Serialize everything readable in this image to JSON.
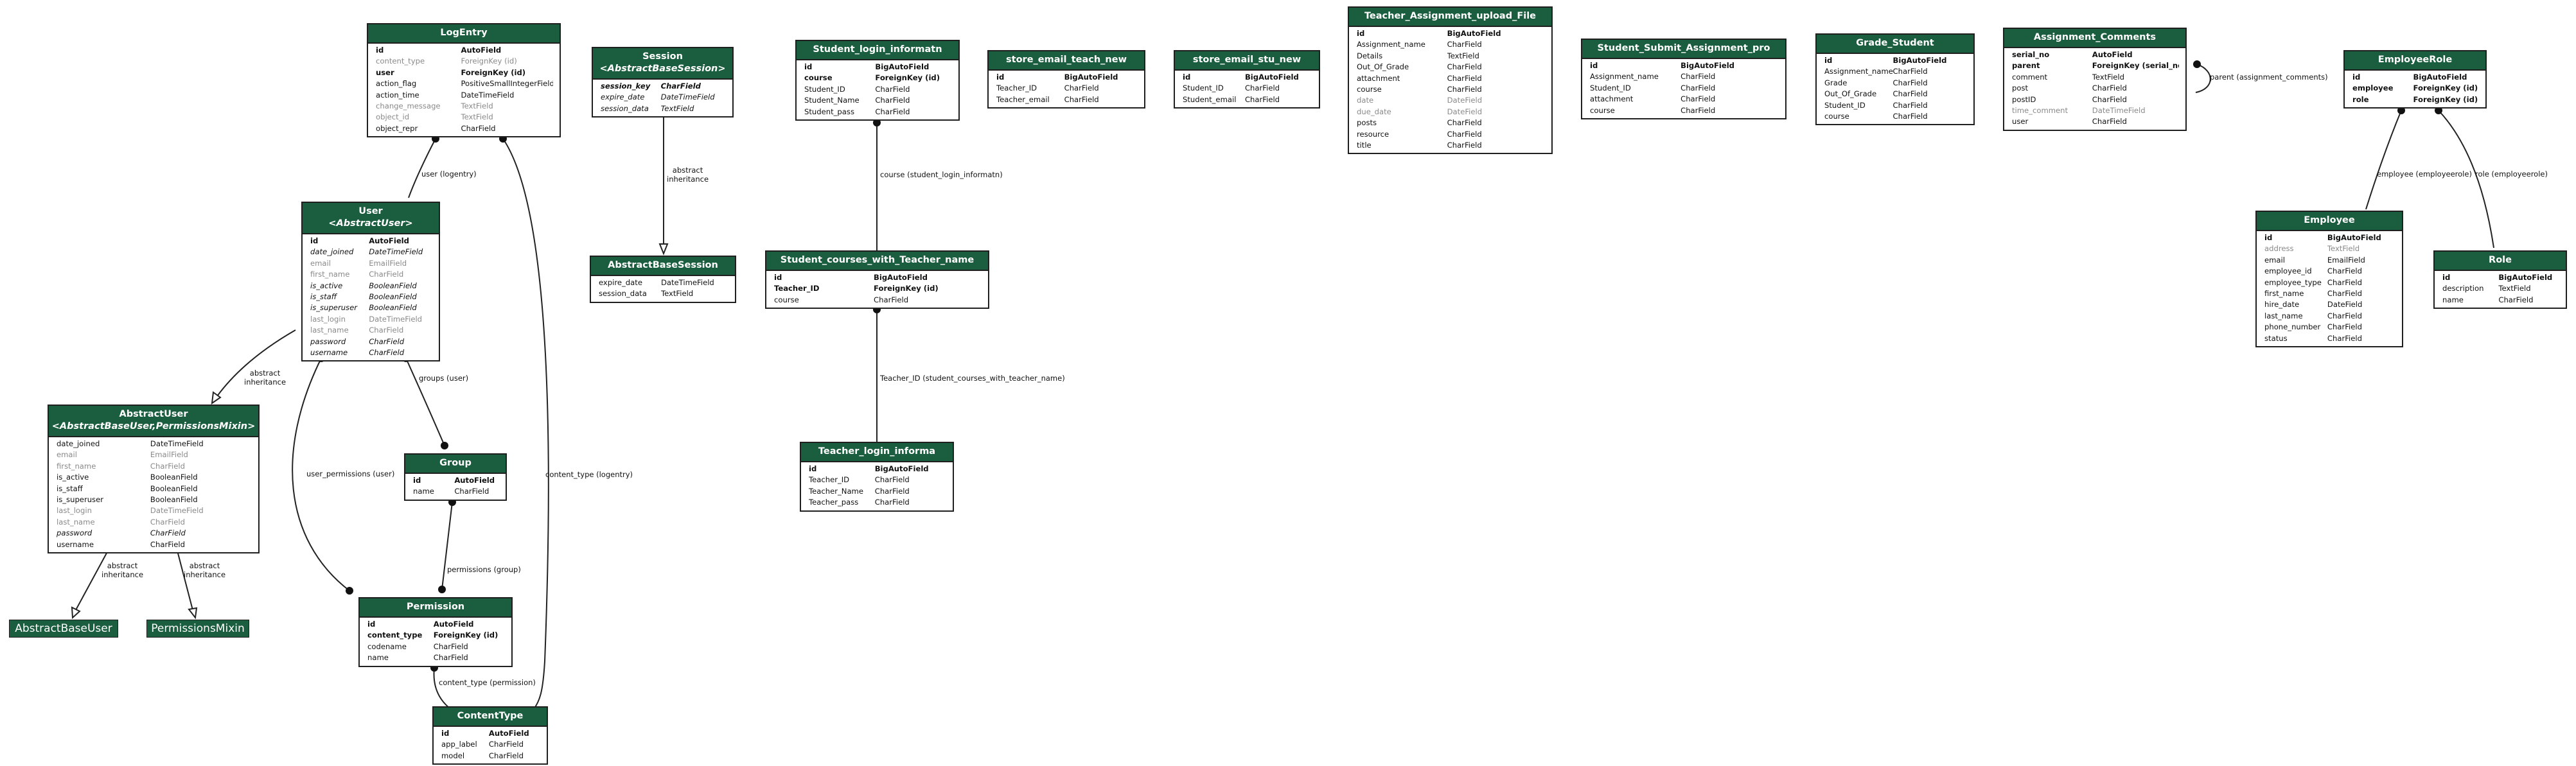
{
  "entities": {
    "logentry": {
      "title": "LogEntry",
      "fields": [
        {
          "n": "id",
          "t": "AutoField",
          "s": "b"
        },
        {
          "n": "content_type",
          "t": "ForeignKey (id)",
          "s": "g"
        },
        {
          "n": "user",
          "t": "ForeignKey (id)",
          "s": "b"
        },
        {
          "n": "action_flag",
          "t": "PositiveSmallIntegerField",
          "s": ""
        },
        {
          "n": "action_time",
          "t": "DateTimeField",
          "s": ""
        },
        {
          "n": "change_message",
          "t": "TextField",
          "s": "g"
        },
        {
          "n": "object_id",
          "t": "TextField",
          "s": "g"
        },
        {
          "n": "object_repr",
          "t": "CharField",
          "s": ""
        }
      ]
    },
    "session": {
      "title": "Session",
      "subtitle": "<AbstractBaseSession>",
      "fields": [
        {
          "n": "session_key",
          "t": "CharField",
          "s": "bi"
        },
        {
          "n": "expire_date",
          "t": "DateTimeField",
          "s": "i"
        },
        {
          "n": "session_data",
          "t": "TextField",
          "s": "i"
        }
      ]
    },
    "abstractbasesession": {
      "title": "AbstractBaseSession",
      "fields": [
        {
          "n": "expire_date",
          "t": "DateTimeField",
          "s": ""
        },
        {
          "n": "session_data",
          "t": "TextField",
          "s": ""
        }
      ]
    },
    "user": {
      "title": "User",
      "subtitle": "<AbstractUser>",
      "fields": [
        {
          "n": "id",
          "t": "AutoField",
          "s": "b"
        },
        {
          "n": "date_joined",
          "t": "DateTimeField",
          "s": "i"
        },
        {
          "n": "email",
          "t": "EmailField",
          "s": "g"
        },
        {
          "n": "first_name",
          "t": "CharField",
          "s": "g"
        },
        {
          "n": "is_active",
          "t": "BooleanField",
          "s": "i"
        },
        {
          "n": "is_staff",
          "t": "BooleanField",
          "s": "i"
        },
        {
          "n": "is_superuser",
          "t": "BooleanField",
          "s": "i"
        },
        {
          "n": "last_login",
          "t": "DateTimeField",
          "s": "g"
        },
        {
          "n": "last_name",
          "t": "CharField",
          "s": "g"
        },
        {
          "n": "password",
          "t": "CharField",
          "s": "i"
        },
        {
          "n": "username",
          "t": "CharField",
          "s": "i"
        }
      ]
    },
    "abstractuser": {
      "title": "AbstractUser",
      "subtitle": "<AbstractBaseUser,PermissionsMixin>",
      "fields": [
        {
          "n": "date_joined",
          "t": "DateTimeField",
          "s": ""
        },
        {
          "n": "email",
          "t": "EmailField",
          "s": "g"
        },
        {
          "n": "first_name",
          "t": "CharField",
          "s": "g"
        },
        {
          "n": "is_active",
          "t": "BooleanField",
          "s": ""
        },
        {
          "n": "is_staff",
          "t": "BooleanField",
          "s": ""
        },
        {
          "n": "is_superuser",
          "t": "BooleanField",
          "s": ""
        },
        {
          "n": "last_login",
          "t": "DateTimeField",
          "s": "g"
        },
        {
          "n": "last_name",
          "t": "CharField",
          "s": "g"
        },
        {
          "n": "password",
          "t": "CharField",
          "s": "i"
        },
        {
          "n": "username",
          "t": "CharField",
          "s": ""
        }
      ]
    },
    "group": {
      "title": "Group",
      "fields": [
        {
          "n": "id",
          "t": "AutoField",
          "s": "b"
        },
        {
          "n": "name",
          "t": "CharField",
          "s": ""
        }
      ]
    },
    "permission": {
      "title": "Permission",
      "fields": [
        {
          "n": "id",
          "t": "AutoField",
          "s": "b"
        },
        {
          "n": "content_type",
          "t": "ForeignKey (id)",
          "s": "b"
        },
        {
          "n": "codename",
          "t": "CharField",
          "s": ""
        },
        {
          "n": "name",
          "t": "CharField",
          "s": ""
        }
      ]
    },
    "contenttype": {
      "title": "ContentType",
      "fields": [
        {
          "n": "id",
          "t": "AutoField",
          "s": "b"
        },
        {
          "n": "app_label",
          "t": "CharField",
          "s": ""
        },
        {
          "n": "model",
          "t": "CharField",
          "s": ""
        }
      ]
    },
    "student_login": {
      "title": "Student_login_informatn",
      "fields": [
        {
          "n": "id",
          "t": "BigAutoField",
          "s": "b"
        },
        {
          "n": "course",
          "t": "ForeignKey (id)",
          "s": "b"
        },
        {
          "n": "Student_ID",
          "t": "CharField",
          "s": ""
        },
        {
          "n": "Student_Name",
          "t": "CharField",
          "s": ""
        },
        {
          "n": "Student_pass",
          "t": "CharField",
          "s": ""
        }
      ]
    },
    "store_email_teach": {
      "title": "store_email_teach_new",
      "fields": [
        {
          "n": "id",
          "t": "BigAutoField",
          "s": "b"
        },
        {
          "n": "Teacher_ID",
          "t": "CharField",
          "s": ""
        },
        {
          "n": "Teacher_email",
          "t": "CharField",
          "s": ""
        }
      ]
    },
    "store_email_stu": {
      "title": "store_email_stu_new",
      "fields": [
        {
          "n": "id",
          "t": "BigAutoField",
          "s": "b"
        },
        {
          "n": "Student_ID",
          "t": "CharField",
          "s": ""
        },
        {
          "n": "Student_email",
          "t": "CharField",
          "s": ""
        }
      ]
    },
    "teacher_upload": {
      "title": "Teacher_Assignment_upload_File",
      "fields": [
        {
          "n": "id",
          "t": "BigAutoField",
          "s": "b"
        },
        {
          "n": "Assignment_name",
          "t": "CharField",
          "s": ""
        },
        {
          "n": "Details",
          "t": "TextField",
          "s": ""
        },
        {
          "n": "Out_Of_Grade",
          "t": "CharField",
          "s": ""
        },
        {
          "n": "attachment",
          "t": "CharField",
          "s": ""
        },
        {
          "n": "course",
          "t": "CharField",
          "s": ""
        },
        {
          "n": "date",
          "t": "DateField",
          "s": "g"
        },
        {
          "n": "due_date",
          "t": "DateField",
          "s": "g"
        },
        {
          "n": "posts",
          "t": "CharField",
          "s": ""
        },
        {
          "n": "resource",
          "t": "CharField",
          "s": ""
        },
        {
          "n": "title",
          "t": "CharField",
          "s": ""
        }
      ]
    },
    "student_submit": {
      "title": "Student_Submit_Assignment_pro",
      "fields": [
        {
          "n": "id",
          "t": "BigAutoField",
          "s": "b"
        },
        {
          "n": "Assignment_name",
          "t": "CharField",
          "s": ""
        },
        {
          "n": "Student_ID",
          "t": "CharField",
          "s": ""
        },
        {
          "n": "attachment",
          "t": "CharField",
          "s": ""
        },
        {
          "n": "course",
          "t": "CharField",
          "s": ""
        }
      ]
    },
    "grade_student": {
      "title": "Grade_Student",
      "fields": [
        {
          "n": "id",
          "t": "BigAutoField",
          "s": "b"
        },
        {
          "n": "Assignment_name",
          "t": "CharField",
          "s": ""
        },
        {
          "n": "Grade",
          "t": "CharField",
          "s": ""
        },
        {
          "n": "Out_Of_Grade",
          "t": "CharField",
          "s": ""
        },
        {
          "n": "Student_ID",
          "t": "CharField",
          "s": ""
        },
        {
          "n": "course",
          "t": "CharField",
          "s": ""
        }
      ]
    },
    "assignment_comments": {
      "title": "Assignment_Comments",
      "fields": [
        {
          "n": "serial_no",
          "t": "AutoField",
          "s": "b"
        },
        {
          "n": "parent",
          "t": "ForeignKey (serial_no)",
          "s": "b"
        },
        {
          "n": "comment",
          "t": "TextField",
          "s": ""
        },
        {
          "n": "post",
          "t": "CharField",
          "s": ""
        },
        {
          "n": "postID",
          "t": "CharField",
          "s": ""
        },
        {
          "n": "time_comment",
          "t": "DateTimeField",
          "s": "g"
        },
        {
          "n": "user",
          "t": "CharField",
          "s": ""
        }
      ]
    },
    "employeerole": {
      "title": "EmployeeRole",
      "fields": [
        {
          "n": "id",
          "t": "BigAutoField",
          "s": "b"
        },
        {
          "n": "employee",
          "t": "ForeignKey (id)",
          "s": "b"
        },
        {
          "n": "role",
          "t": "ForeignKey (id)",
          "s": "b"
        }
      ]
    },
    "student_courses": {
      "title": "Student_courses_with_Teacher_name",
      "fields": [
        {
          "n": "id",
          "t": "BigAutoField",
          "s": "b"
        },
        {
          "n": "Teacher_ID",
          "t": "ForeignKey (id)",
          "s": "b"
        },
        {
          "n": "course",
          "t": "CharField",
          "s": ""
        }
      ]
    },
    "teacher_login": {
      "title": "Teacher_login_informa",
      "fields": [
        {
          "n": "id",
          "t": "BigAutoField",
          "s": "b"
        },
        {
          "n": "Teacher_ID",
          "t": "CharField",
          "s": ""
        },
        {
          "n": "Teacher_Name",
          "t": "CharField",
          "s": ""
        },
        {
          "n": "Teacher_pass",
          "t": "CharField",
          "s": ""
        }
      ]
    },
    "employee": {
      "title": "Employee",
      "fields": [
        {
          "n": "id",
          "t": "BigAutoField",
          "s": "b"
        },
        {
          "n": "address",
          "t": "TextField",
          "s": "g"
        },
        {
          "n": "email",
          "t": "EmailField",
          "s": ""
        },
        {
          "n": "employee_id",
          "t": "CharField",
          "s": ""
        },
        {
          "n": "employee_type",
          "t": "CharField",
          "s": ""
        },
        {
          "n": "first_name",
          "t": "CharField",
          "s": ""
        },
        {
          "n": "hire_date",
          "t": "DateField",
          "s": ""
        },
        {
          "n": "last_name",
          "t": "CharField",
          "s": ""
        },
        {
          "n": "phone_number",
          "t": "CharField",
          "s": ""
        },
        {
          "n": "status",
          "t": "CharField",
          "s": ""
        }
      ]
    },
    "role": {
      "title": "Role",
      "fields": [
        {
          "n": "id",
          "t": "BigAutoField",
          "s": "b"
        },
        {
          "n": "description",
          "t": "TextField",
          "s": ""
        },
        {
          "n": "name",
          "t": "CharField",
          "s": ""
        }
      ]
    }
  },
  "plain_nodes": {
    "abstractbaseuser": "AbstractBaseUser",
    "permissionsmixin": "PermissionsMixin"
  },
  "edge_labels": {
    "user_logentry": "user (logentry)",
    "abstract_inheritance": "abstract\ninheritance",
    "groups_user": "groups (user)",
    "user_permissions": "user_permissions (user)",
    "permissions_group": "permissions (group)",
    "content_type_permission": "content_type (permission)",
    "content_type_logentry": "content_type (logentry)",
    "course_student_login": "course (student_login_informatn)",
    "teacher_id_courses": "Teacher_ID (student_courses_with_teacher_name)",
    "parent_comments": "parent (assignment_comments)",
    "employee_role": "employee (employeerole)",
    "role_role": "role (employeerole)"
  },
  "colors": {
    "header": "#1b5e3f",
    "header_text": "#ffffff",
    "border": "#1f1f1f",
    "muted": "#8a8a8a"
  }
}
